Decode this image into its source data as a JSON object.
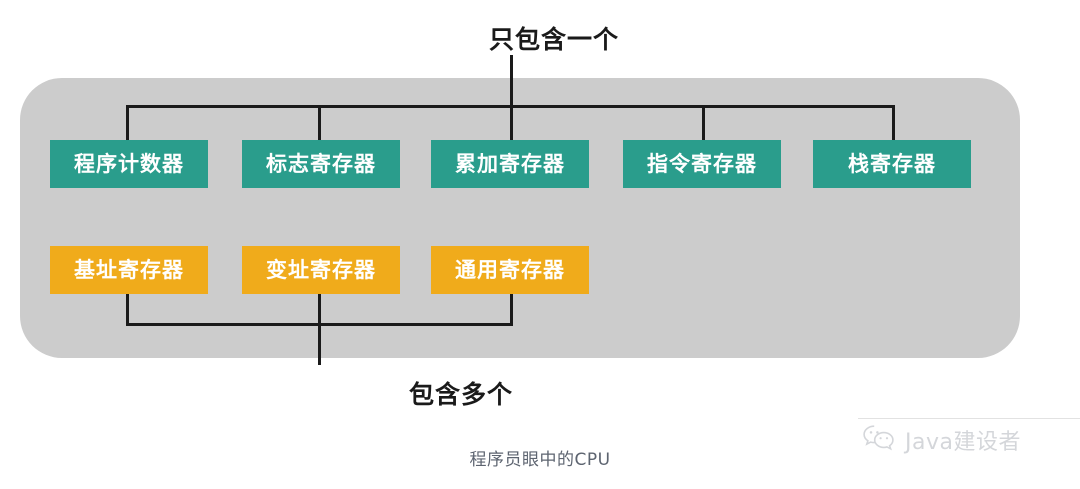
{
  "diagram": {
    "title_top": "只包含一个",
    "title_bottom": "包含多个",
    "caption": "程序员眼中的CPU",
    "colors": {
      "panel": "#cccccc",
      "green": "#2a9d8c",
      "orange": "#f0ab1b",
      "line": "#1a1a1a",
      "caption_text": "#5d6470",
      "box_text": "#ffffff"
    },
    "single_instance_group": {
      "label": "只包含一个",
      "items": [
        {
          "label": "程序计数器",
          "color": "#2a9d8c"
        },
        {
          "label": "标志寄存器",
          "color": "#2a9d8c"
        },
        {
          "label": "累加寄存器",
          "color": "#2a9d8c"
        },
        {
          "label": "指令寄存器",
          "color": "#2a9d8c"
        },
        {
          "label": "栈寄存器",
          "color": "#2a9d8c"
        }
      ]
    },
    "multi_instance_group": {
      "label": "包含多个",
      "items": [
        {
          "label": "基址寄存器",
          "color": "#f0ab1b"
        },
        {
          "label": "变址寄存器",
          "color": "#f0ab1b"
        },
        {
          "label": "通用寄存器",
          "color": "#f0ab1b"
        }
      ]
    }
  },
  "watermark": {
    "icon": "wechat-icon",
    "text": "Java建设者"
  }
}
